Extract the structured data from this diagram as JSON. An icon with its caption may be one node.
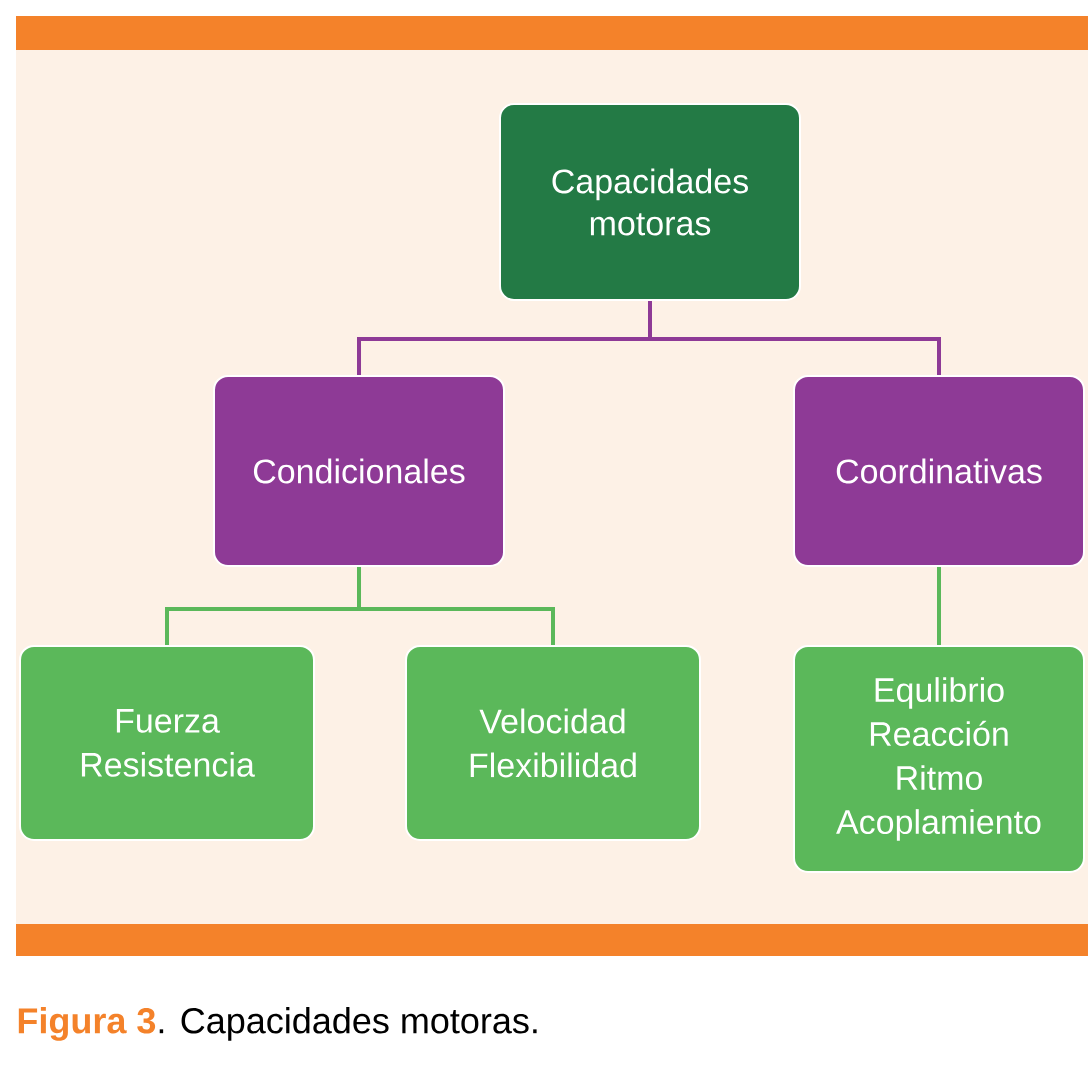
{
  "diagram": {
    "caption": "**Figura 3**. Capacidades motoras.",
    "nodes": [
      {
        "text": [
          "Capacidades motoras"
        ]
      },
      {
        "text": [
          "Condicionales"
        ]
      },
      {
        "text": [
          "Coordinativas"
        ]
      },
      {
        "text": [
          "Fuerza",
          "Resistencia"
        ]
      },
      {
        "text": [
          "Velocidad",
          "Flexibilidad"
        ]
      },
      {
        "text": [
          "Equlibrio",
          "Reacción",
          "Ritmo",
          "Acoplamiento"
        ]
      }
    ],
    "edges": [
      {
        "from": 0,
        "to": 1,
        "arrow": "none",
        "color": "#8e3a96"
      },
      {
        "from": 0,
        "to": 2,
        "arrow": "none",
        "color": "#8e3a96"
      },
      {
        "from": 1,
        "to": 3,
        "arrow": "none"
      },
      {
        "from": 1,
        "to": 4,
        "arrow": "none"
      },
      {
        "from": 2,
        "to": 5,
        "arrow": "none"
      }
    ]
  }
}
